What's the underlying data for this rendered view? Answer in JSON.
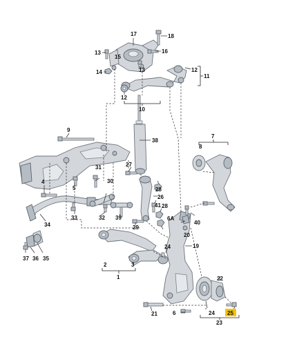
{
  "highlight_color": "#f4c400",
  "callouts": {
    "c1": "1",
    "c2": "2",
    "c3": "3",
    "c4": "4",
    "c5": "5",
    "c6": "6",
    "c6a": "6A",
    "c7": "7",
    "c8": "8",
    "c9": "9",
    "c10": "10",
    "c11": "11",
    "c12a": "12",
    "c12b": "12",
    "c13": "13",
    "c14": "14",
    "c15": "15",
    "c16": "16",
    "c17": "17",
    "c18": "18",
    "c19": "19",
    "c20": "20",
    "c21": "21",
    "c22": "22",
    "c23": "23",
    "c24a": "24",
    "c24b": "24",
    "c25": "25",
    "c26": "26",
    "c27": "27",
    "c28a": "28",
    "c28b": "28",
    "c29": "29",
    "c30": "30",
    "c31": "31",
    "c32": "32",
    "c33": "33",
    "c34": "34",
    "c35": "35",
    "c36": "36",
    "c37": "37",
    "c38": "38",
    "c39": "39",
    "c40": "40",
    "c41": "41"
  },
  "highlighted_part": "25"
}
